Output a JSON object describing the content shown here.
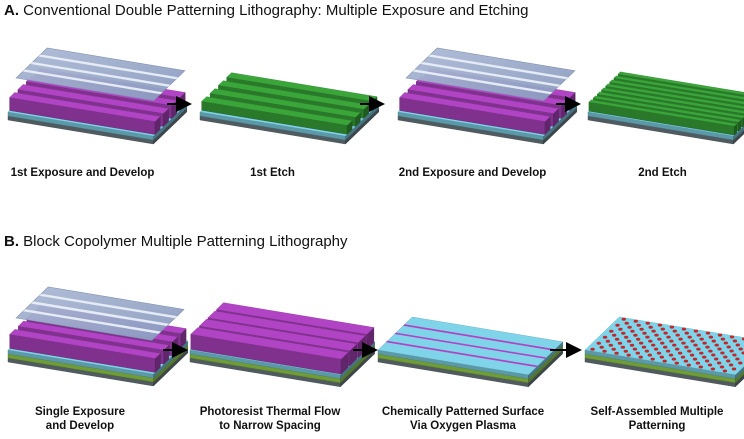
{
  "section_a": {
    "letter": "A.",
    "title": "Conventional Double Patterning Lithography: Multiple Exposure and Etching",
    "steps": [
      {
        "caption": "1st Exposure and Develop"
      },
      {
        "caption": "1st Etch"
      },
      {
        "caption": "2nd Exposure and Develop"
      },
      {
        "caption": "2nd Etch"
      }
    ]
  },
  "section_b": {
    "letter": "B.",
    "title": "Block Copolymer Multiple Patterning Lithography",
    "steps": [
      {
        "caption_line1": "Single Exposure",
        "caption_line2": "and Develop"
      },
      {
        "caption_line1": "Photoresist Thermal Flow",
        "caption_line2": "to Narrow Spacing"
      },
      {
        "caption_line1": "Chemically Patterned Surface",
        "caption_line2": "Via Oxygen Plasma"
      },
      {
        "caption_line1": "Self-Assembled Multiple",
        "caption_line2": "Patterning"
      }
    ]
  },
  "colors": {
    "photoresist": "#b144c4",
    "etched_lines": "#3aa63a",
    "substrate_top": "#7fd4ea",
    "substrate_green": "#9ad84a",
    "base_gray": "#6f7f86",
    "mask": "#9aaac8",
    "mask_slit": "#e8eef6",
    "dots": "#c0282a"
  }
}
